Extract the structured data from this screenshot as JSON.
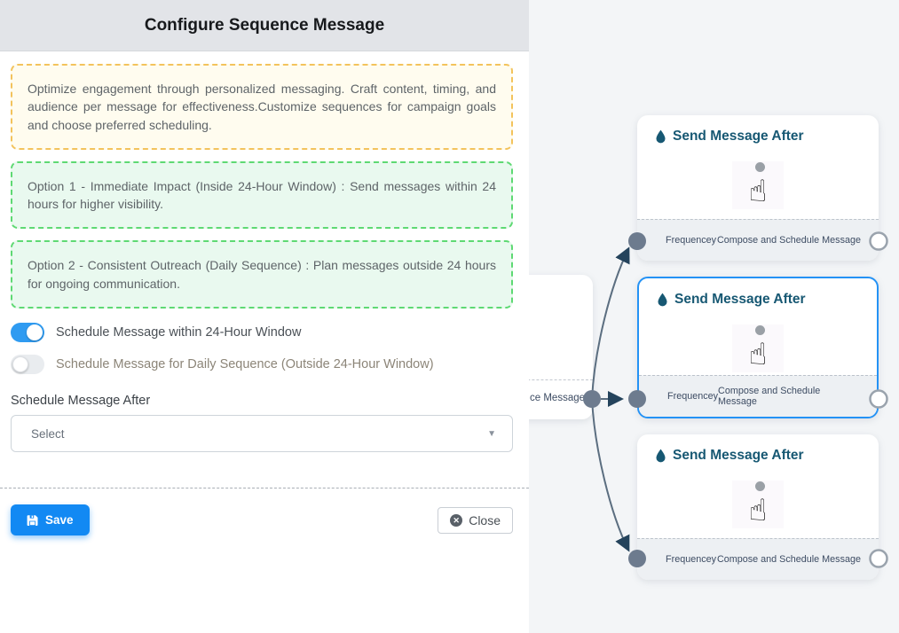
{
  "panel": {
    "title": "Configure Sequence Message",
    "info_note": "Optimize engagement through personalized messaging. Craft content, timing, and audience per message for effectiveness.Customize sequences for campaign goals and choose preferred scheduling.",
    "option1_note": "Option 1 - Immediate Impact (Inside 24-Hour Window) : Send messages within 24 hours for higher visibility.",
    "option2_note": "Option 2 - Consistent Outreach (Daily Sequence) : Plan messages outside 24 hours for ongoing communication.",
    "toggles": [
      {
        "label": "Schedule Message within 24-Hour Window",
        "state": "on"
      },
      {
        "label": "Schedule Message for Daily Sequence (Outside 24-Hour Window)",
        "state": "off"
      }
    ],
    "schedule_after": {
      "label": "Schedule Message After",
      "value": "Select"
    },
    "buttons": {
      "save": "Save",
      "close": "Close"
    }
  },
  "flow": {
    "source_card": {
      "footer_text": "ce Message"
    },
    "nodes": [
      {
        "title": "Send Message After",
        "footer_left": "Frequencey",
        "footer_right": "Compose and Schedule Message",
        "selected": false
      },
      {
        "title": "Send Message After",
        "footer_left": "Frequencey",
        "footer_right": "Compose and Schedule Message",
        "selected": true
      },
      {
        "title": "Send Message After",
        "footer_left": "Frequencey",
        "footer_right": "Compose and Schedule Message",
        "selected": false
      }
    ]
  },
  "icons": {
    "save": "floppy-disk",
    "close": "circle-x",
    "node_title": "water-drop",
    "placeholder": "hand-cursor",
    "dropdown": "caret-down"
  },
  "colors": {
    "accent_blue": "#1289f3",
    "toggle_on_blue": "#2f9bf1",
    "selected_node_border": "#2492f5",
    "node_title_teal": "#175873",
    "info_border_yellow": "#f3c35c",
    "option_border_green": "#5ed973",
    "edge_gray": "#5b6e80",
    "header_bg": "#e2e4e8"
  }
}
